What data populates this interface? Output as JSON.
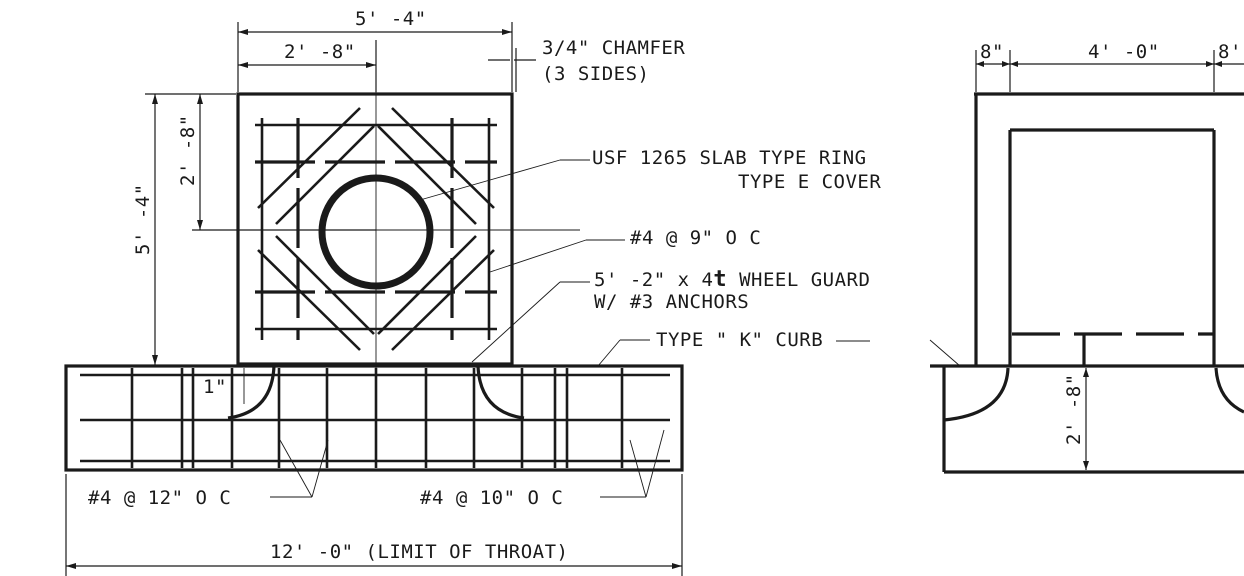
{
  "drawing": {
    "labels": {
      "dim_top_overall": "5' -4\"",
      "dim_top_half": "2' -8\"",
      "chamfer_line1": "3/4\"  CHAMFER",
      "chamfer_line2": "(3 SIDES)",
      "dim_left_overall": "5' -4\"",
      "dim_left_half": "2' -8\"",
      "ring_line1": "USF 1265   SLAB TYPE RING",
      "ring_line2": "TYPE E COVER",
      "rebar_top": "#4  @  9\"   O C",
      "guard_line1": "5' -2\"   x 4",
      "guard_bold": "t",
      "guard_line1b": "  WHEEL GUARD",
      "guard_line2": "W/ #3 ANCHORS",
      "curb": "TYPE \" K\"  CURB",
      "dim_small": "1\"",
      "rebar_left": "#4  @  12\"   O C",
      "rebar_right": "#4  @  10\"   O C",
      "throat": "12' -0\"   (LIMIT OF THROAT)",
      "sec_dim_left": "8\"",
      "sec_dim_mid": "4' -0\"",
      "sec_dim_right": "8'",
      "sec_dim_vert": "2' -8\""
    }
  }
}
